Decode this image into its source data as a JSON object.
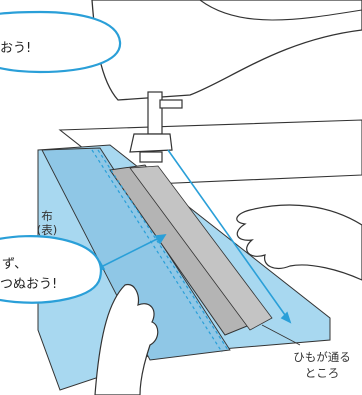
{
  "callout_top": {
    "text": "おう!"
  },
  "callout_bottom": {
    "line1": "ず、",
    "line2": "つぬおう!"
  },
  "fabric_label": {
    "line1": "布",
    "line2": "(表)"
  },
  "cord_label": {
    "line1": "ひもが通る",
    "line2": "ところ"
  },
  "colors": {
    "fabric": "#a8d8f0",
    "fabric_shade": "#8fc7e6",
    "folded_band": "#b4b4b4",
    "accent_arrow": "#2a9fd8",
    "outline": "#333333"
  }
}
